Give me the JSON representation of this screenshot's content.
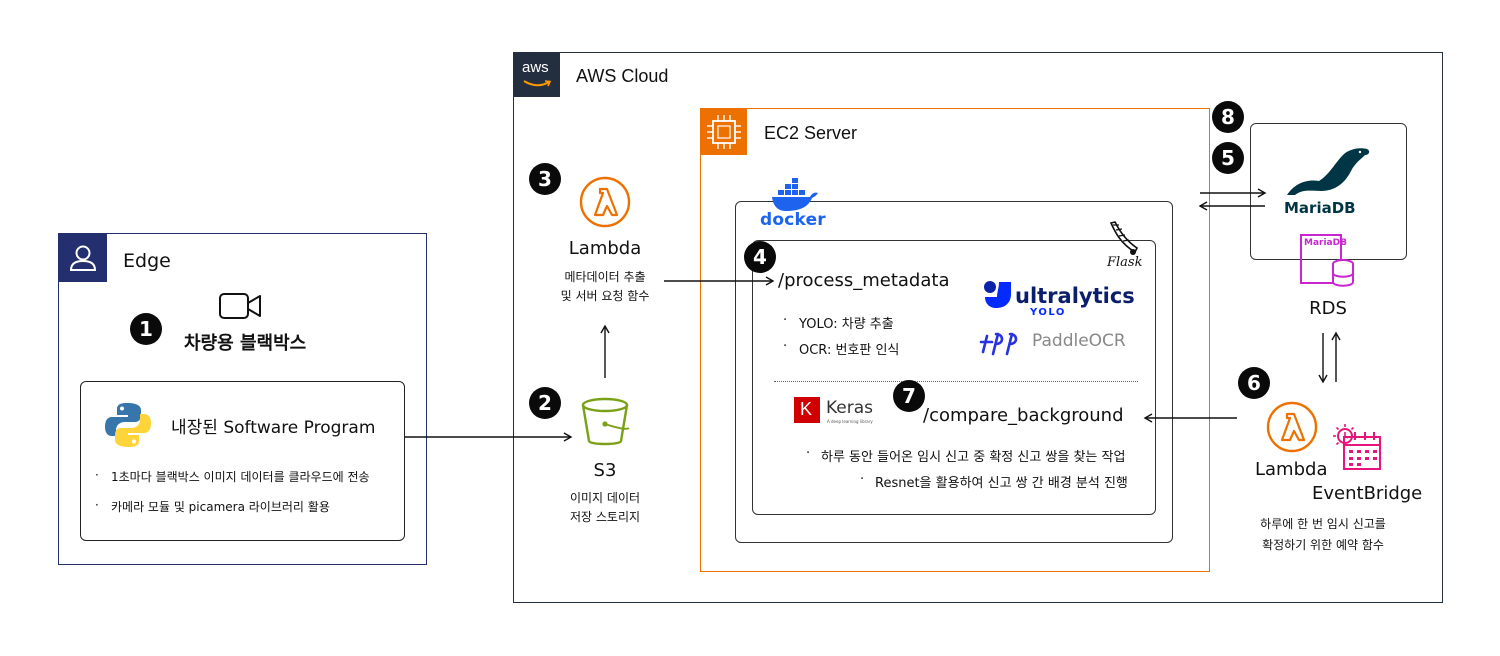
{
  "edge": {
    "title": "Edge",
    "device_label": "차량용 블랙박스",
    "software_title": "내장된 Software Program",
    "bullets": [
      "1초마다 블랙박스 이미지 데이터를 클라우드에 전송",
      "카메라 모듈 및 picamera 라이브러리 활용"
    ]
  },
  "aws": {
    "logo_text": "aws",
    "title": "AWS Cloud"
  },
  "lambda_meta": {
    "title": "Lambda",
    "desc": [
      "메타데이터 추출",
      "및 서버 요청 함수"
    ]
  },
  "s3": {
    "title": "S3",
    "desc": [
      "이미지 데이터",
      "저장 스토리지"
    ]
  },
  "ec2": {
    "title": "EC2 Server"
  },
  "docker": {
    "label": "docker"
  },
  "flask": {
    "label": "Flask"
  },
  "process": {
    "endpoint": "/process_metadata",
    "bullets": [
      "YOLO: 차량 추출",
      "OCR: 번호판 인식"
    ],
    "ultralytics": "ultralytics",
    "yolo": "YOLO",
    "paddle": "PaddleOCR"
  },
  "compare": {
    "endpoint": "/compare_background",
    "keras": "Keras",
    "keras_k": "K",
    "keras_sub": "A deep learning library",
    "bullets": [
      "하루 동안 들어온 임시 신고 중 확정 신고 쌍을 찾는 작업",
      "Resnet을 활용하여 신고 쌍 간 배경 분석 진행"
    ]
  },
  "rds": {
    "title": "RDS",
    "mariadb": "MariaDB",
    "icon_label": "MariaDB"
  },
  "scheduler": {
    "lambda": "Lambda",
    "eventbridge": "EventBridge",
    "desc": [
      "하루에 한 번 임시 신고를",
      "확정하기 위한 예약 함수"
    ]
  },
  "badges": [
    "1",
    "2",
    "3",
    "4",
    "5",
    "6",
    "7",
    "8"
  ],
  "colors": {
    "lambda_orange": "#ED7100",
    "s3_green": "#7AA116",
    "ec2_orange": "#ED7100",
    "docker_blue": "#1D63ED",
    "rds_purple": "#C925D1",
    "eventbridge_pink": "#E7157B",
    "aws_dark": "#232F3E",
    "edge_navy": "#232F6E",
    "python_blue": "#3776AB",
    "python_yellow": "#FFD43B",
    "keras_red": "#D00000",
    "ultralytics_blue": "#042AFF",
    "paddle_blue": "#2932E1",
    "mariadb_navy": "#003545"
  }
}
